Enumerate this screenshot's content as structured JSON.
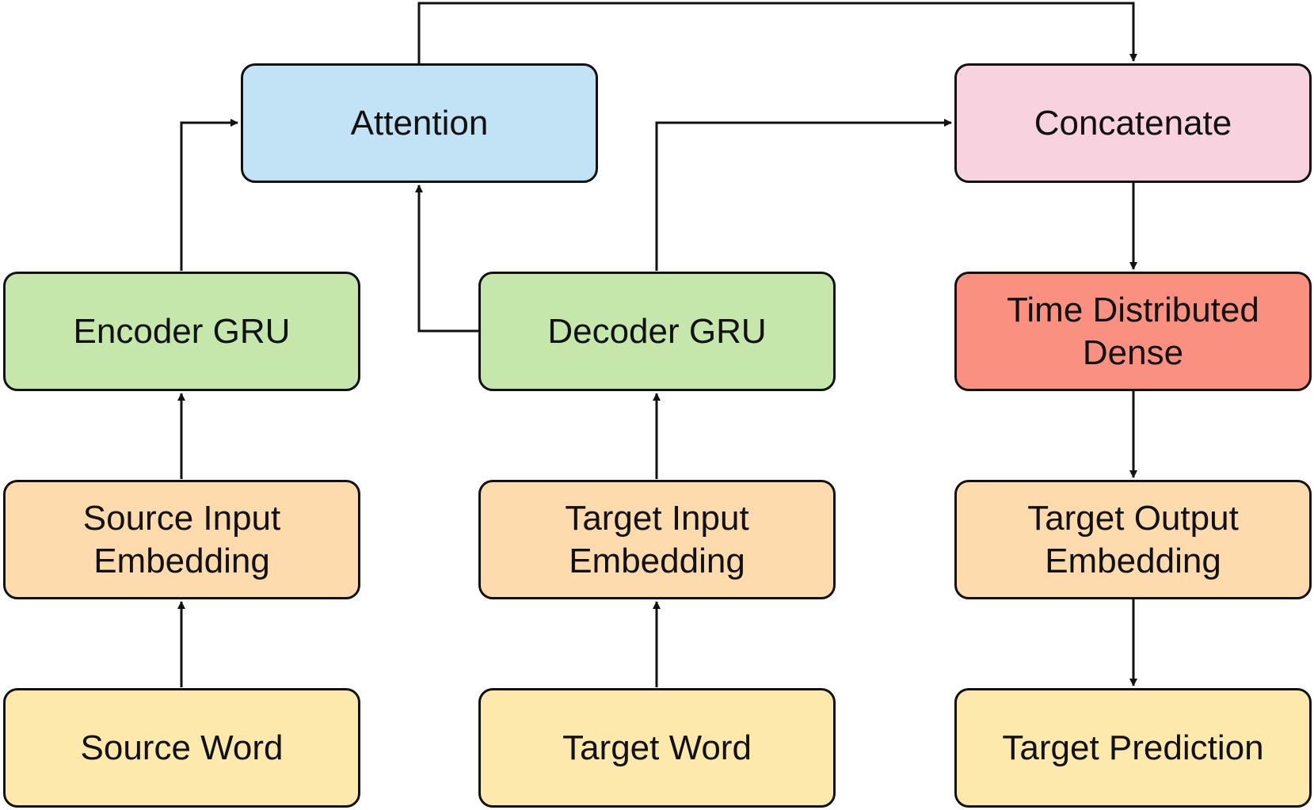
{
  "diagram": {
    "colors": {
      "attention": "#c2e3f5",
      "concatenate": "#f8d3df",
      "gru": "#c5e7ac",
      "dense": "#fa9180",
      "embedding": "#fddbac",
      "word": "#fde9ac",
      "stroke": "#111111"
    },
    "nodes": {
      "attention": {
        "label": "Attention"
      },
      "concatenate": {
        "label": "Concatenate"
      },
      "encoder_gru": {
        "label": "Encoder GRU"
      },
      "decoder_gru": {
        "label": "Decoder GRU"
      },
      "time_distributed_dense": {
        "label": "Time Distributed\nDense"
      },
      "source_input_embedding": {
        "label": "Source Input\nEmbedding"
      },
      "target_input_embedding": {
        "label": "Target Input\nEmbedding"
      },
      "target_output_embedding": {
        "label": "Target Output\nEmbedding"
      },
      "source_word": {
        "label": "Source Word"
      },
      "target_word": {
        "label": "Target Word"
      },
      "target_prediction": {
        "label": "Target Prediction"
      }
    },
    "edges": [
      {
        "from": "source_word",
        "to": "source_input_embedding"
      },
      {
        "from": "source_input_embedding",
        "to": "encoder_gru"
      },
      {
        "from": "encoder_gru",
        "to": "attention"
      },
      {
        "from": "target_word",
        "to": "target_input_embedding"
      },
      {
        "from": "target_input_embedding",
        "to": "decoder_gru"
      },
      {
        "from": "decoder_gru",
        "to": "attention"
      },
      {
        "from": "decoder_gru",
        "to": "concatenate"
      },
      {
        "from": "attention",
        "to": "concatenate"
      },
      {
        "from": "concatenate",
        "to": "time_distributed_dense"
      },
      {
        "from": "time_distributed_dense",
        "to": "target_output_embedding"
      },
      {
        "from": "target_output_embedding",
        "to": "target_prediction"
      }
    ]
  }
}
